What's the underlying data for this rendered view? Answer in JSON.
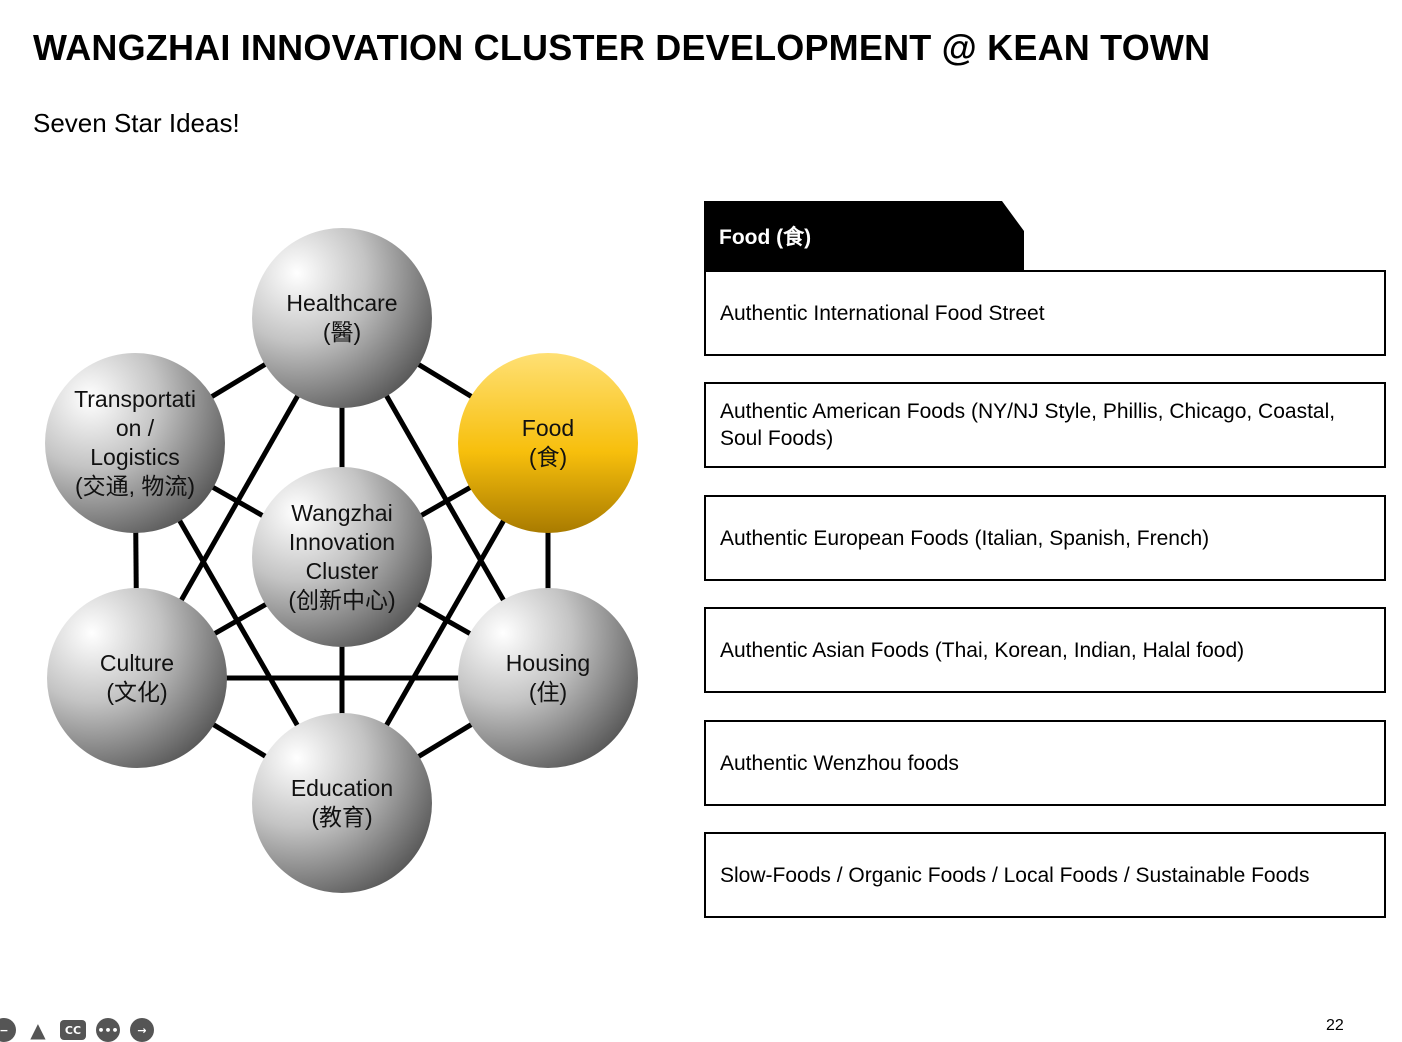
{
  "slide": {
    "title": "WANGZHAI INNOVATION CLUSTER DEVELOPMENT @ KEAN TOWN",
    "subtitle": "Seven Star Ideas!",
    "page_number": "22"
  },
  "diagram": {
    "nodes": {
      "healthcare": {
        "line1": "Healthcare",
        "line2": "(醫)"
      },
      "food": {
        "line1": "Food",
        "line2": "(食)"
      },
      "transportation": {
        "line1": "Transportati",
        "line2": "on /",
        "line3": "Logistics",
        "line4": "(交通, 物流)"
      },
      "center": {
        "line1": "Wangzhai",
        "line2": "Innovation",
        "line3": "Cluster",
        "line4": "(创新中心)"
      },
      "culture": {
        "line1": "Culture",
        "line2": "(文化)"
      },
      "housing": {
        "line1": "Housing",
        "line2": "(住)"
      },
      "education": {
        "line1": "Education",
        "line2": "(教育)"
      }
    },
    "highlighted_node": "food",
    "highlight_color": "#f5b800",
    "sphere_color": "#9a9a9a"
  },
  "panel": {
    "header": "Food (食)",
    "items": [
      "Authentic International Food Street",
      "Authentic American Foods (NY/NJ Style, Phillis, Chicago, Coastal, Soul Foods)",
      "Authentic European Foods (Italian, Spanish, French)",
      "Authentic Asian Foods (Thai, Korean, Indian, Halal food)",
      "Authentic Wenzhou foods",
      "Slow-Foods / Organic Foods / Local Foods / Sustainable Foods"
    ]
  },
  "toolbar": {
    "icons": [
      "minus-circle-icon",
      "pointer-icon",
      "captions-icon",
      "more-icon",
      "next-arrow-icon"
    ],
    "cc_label": "CC",
    "more_label": "•••",
    "arrow_label": "→"
  }
}
